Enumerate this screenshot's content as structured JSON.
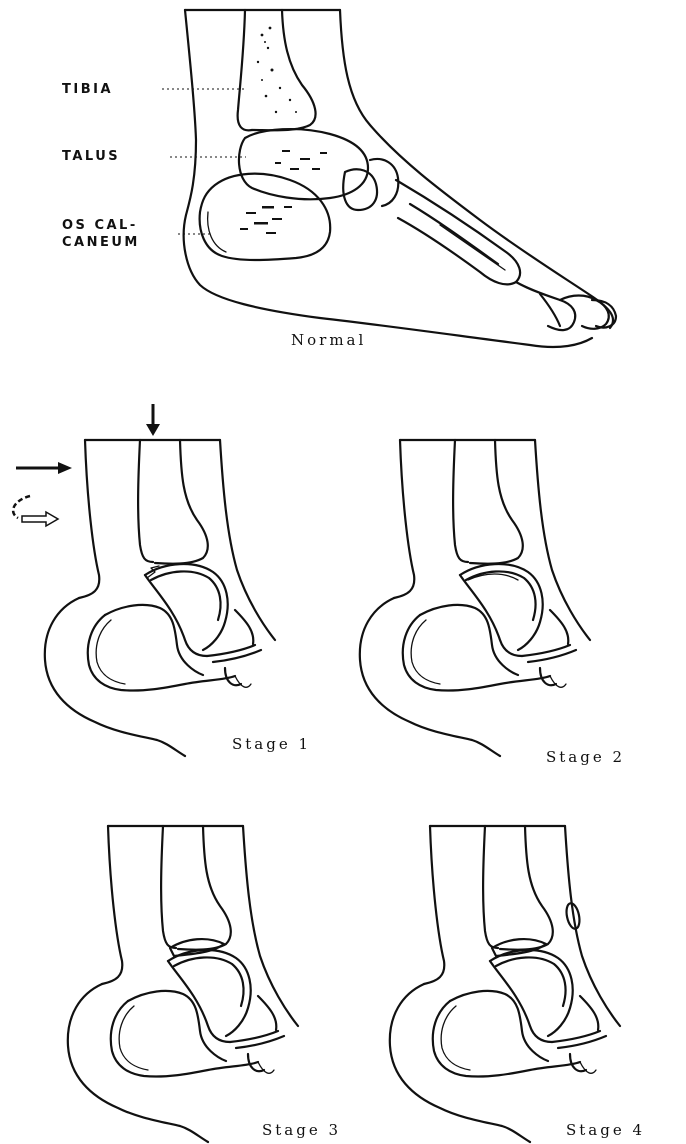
{
  "labels": {
    "tibia": "TIBIA",
    "talus": "TALUS",
    "calcaneum_line1": "OS CAL-",
    "calcaneum_line2": "CANEUM"
  },
  "captions": {
    "normal": "Normal",
    "stage1": "Stage 1",
    "stage2": "Stage 2",
    "stage3": "Stage 3",
    "stage4": "Stage 4"
  },
  "colors": {
    "ink": "#111111",
    "background": "#ffffff"
  },
  "icons": [
    "downward-force-arrow-icon",
    "lateral-force-arrow-icon",
    "inversion-rotation-arrow-icon"
  ]
}
